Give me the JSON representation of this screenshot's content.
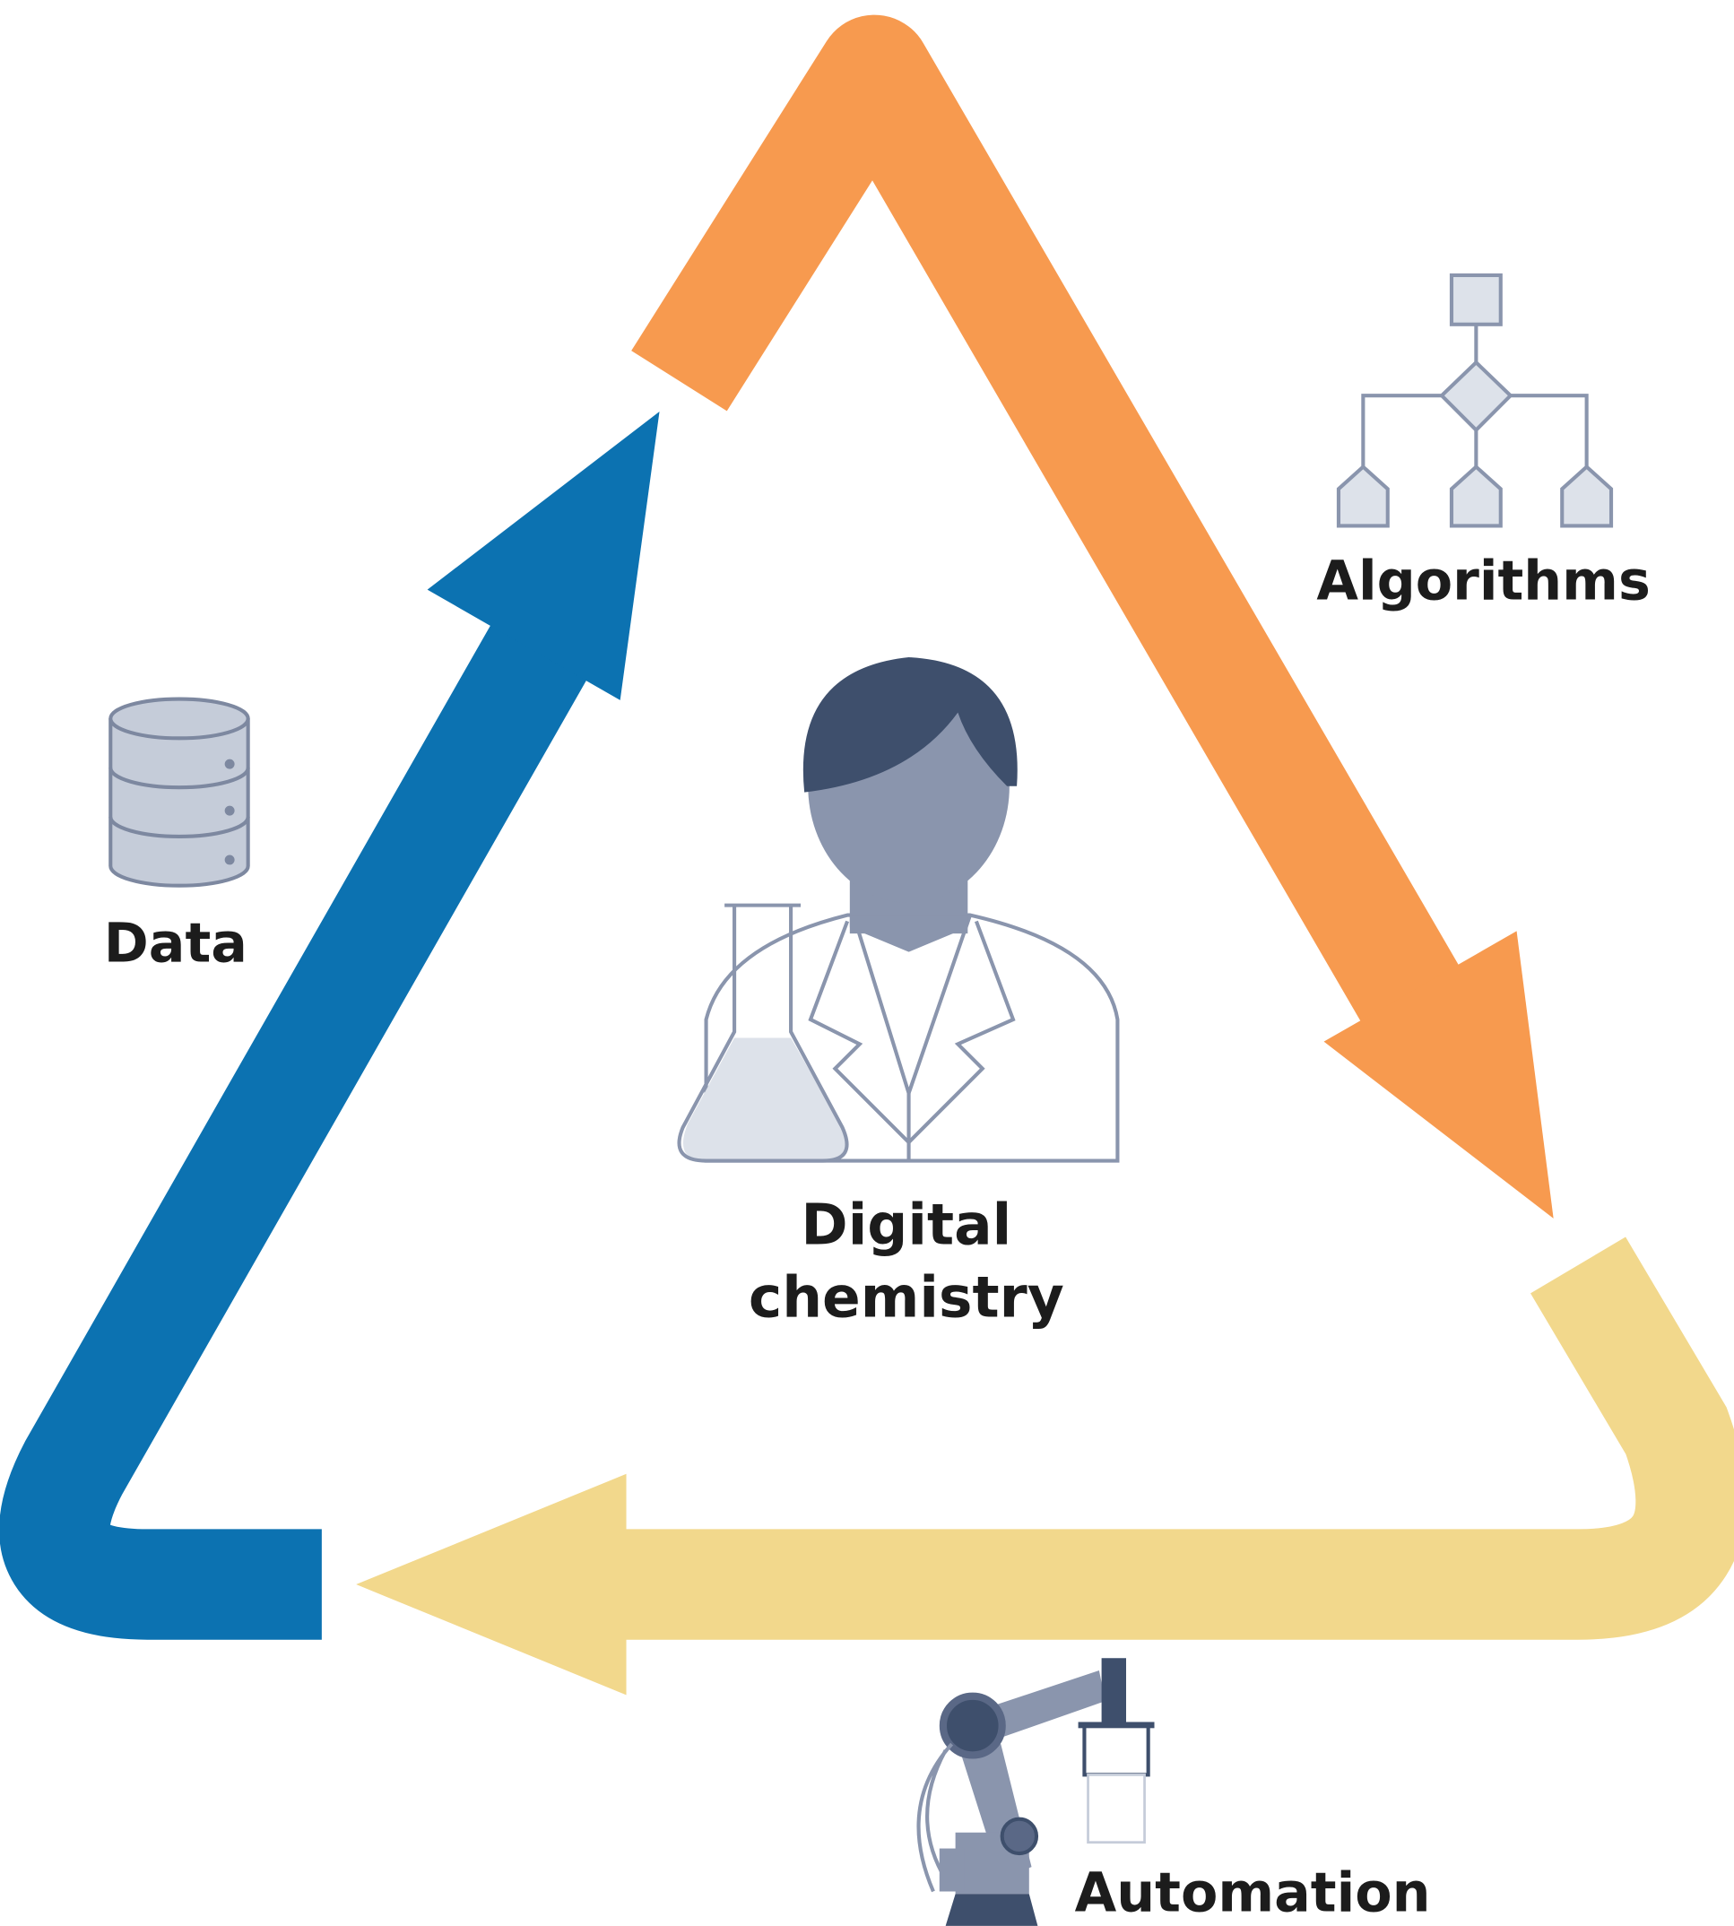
{
  "labels": {
    "algorithms": "Algorithms",
    "data": "Data",
    "center_line1": "Digital",
    "center_line2": "chemistry",
    "automation": "Automation"
  },
  "colors": {
    "orange": "#f79a4f",
    "blue": "#0c72b1",
    "yellow": "#f2d88c",
    "icon_dark": "#3e4f6c",
    "icon_mid": "#8a95ad",
    "icon_light": "#c5ccd9",
    "outline": "#8a95ad"
  },
  "icons": [
    "flowchart-icon",
    "database-icon",
    "scientist-icon",
    "flask-icon",
    "robot-arm-icon"
  ]
}
